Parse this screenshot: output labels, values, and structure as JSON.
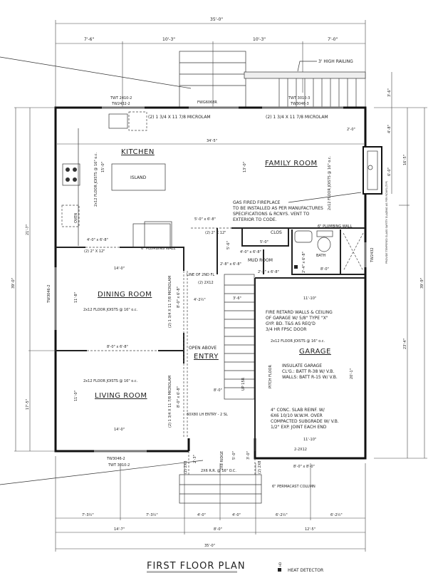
{
  "title": "FIRST FLOOR PLAN",
  "legend": {
    "heat_detector": "HEAT DETECTOR",
    "symbol_label": "HD"
  },
  "rooms": {
    "kitchen": "KITCHEN",
    "island": "ISLAND",
    "family_room": "FAMILY ROOM",
    "dining_room": "DINING ROOM",
    "living_room": "LIVING ROOM",
    "entry": "ENTRY",
    "open_above": "OPEN ABOVE",
    "garage": "GARAGE",
    "mud_room": "MUD ROOM",
    "clos": "CLOS",
    "bath": "BATH"
  },
  "notes": {
    "railing": "3' HIGH RAILING",
    "fireplace": [
      "GAS FIRED FIREPLACE",
      "TO BE INSTALLED AS PER MANUFACTURES",
      "SPECIFICATIONS & RCNYS. VENT TO",
      "EXTERIOR TO CODE."
    ],
    "fire_retard": [
      "FIRE RETARD WALLS & CEILING",
      "OF GARAGE W/ 5/8\" TYPE \"X\"",
      "GYP. BD. T&S AS REQ'D",
      "3/4 HR FPSC DOOR"
    ],
    "insulate": [
      "INSULATE GARAGE",
      "CL'G.: BATT R-38 W/ V.B.",
      "WALLS: BATT R-15 W/ V.B."
    ],
    "slab": [
      "4\" CONC. SLAB REINF. W/",
      "6X6 10/10 W.W.M. OVER",
      "COMPACTED SUBGRADE W/ V.B.",
      "1/2\" EXP. JOINT EACH END"
    ],
    "pitch_floor": "PITCH FLOOR",
    "line_2nd_fl": "LINE OF 2ND FL",
    "entry_door": "60X80 LH ENTRY - 2 SL",
    "permacast": "6\" PERMACAST COLUMN",
    "plumbing_wall_1": "6\" PLUMBING WALL",
    "plumbing_wall_2": "6\" PLUMBING WALL",
    "safety_glass": "PROVIDE TEMPERED GLASS SAFETY GLAZING AS PER RCNYS (TYP)",
    "up": "UP 15R",
    "oven": "OVEN"
  },
  "framing": {
    "microlam_1": "(2) 1 3/4 X 11 7/8 MICROLAM",
    "microlam_2": "(2) 1 3/4 X 11 7/8 MICROLAM",
    "microlam_3": "(2) 1 3/4 X 11 7/8 MICROLAM",
    "microlam_4": "(2) 1 3/4 X 11 7/8 MICROLAM",
    "joists_kitchen": "2x12 FLOOR JOISTS @ 16\" o.c.",
    "joists_family": "2x12 FLOOR JOISTS @ 16\" o.c.",
    "joists_dining": "2x12 FLOOR JOISTS @ 16\" o.c.",
    "joists_living": "2x12 FLOOR JOISTS @ 16\" o.c.",
    "joists_garage": "2x12 FLOOR JOISTS @ 16\" o.c.",
    "header_2x12_a": "(2) 2\" X 12\"",
    "header_2x12_b": "(2) 2\" X 12\"",
    "header_2x12_c": "(2) 2X12",
    "garage_header": "2-2X12",
    "rafters": "2X6 R.R. @ 16\" O.C.",
    "ridge": "2X8 RIDGE",
    "post_left": "(2) 2X8",
    "post_right": "(2) 2X8"
  },
  "windows": {
    "top_left": [
      "TWT 2410-2",
      "TW2432-2"
    ],
    "top_mid": "FWG6068R",
    "top_right": [
      "TWT 3010-3",
      "TW3046-3"
    ],
    "left": "TW3046-2",
    "bottom": [
      "TW3046-2",
      "TWT 3010-2"
    ],
    "bath": "TW2432"
  },
  "openings": {
    "kitchen_dining": "4'-0\" x 6'-8\"",
    "family_hall": "5'-0\" x 6'-8\"",
    "dining_living": "8'-0\" x 6'-8\"",
    "dining_hall": "8'-0\" x 6'-8\"",
    "living_hall": "8'-0\" x 6'-8\"",
    "clos": "4'-0\" x 6'-8\"",
    "mud_1": "2'-8\" x 6'-8\"",
    "mud_2": "2'-8\" x 6'-8\"",
    "bath_door": "2'-4\" x 6'-8\"",
    "garage_door": "8'-0\" x 8'-0\""
  },
  "dimensions": {
    "top_total": "35'-0\"",
    "top_segments": [
      "7'-6\"",
      "10'-3\"",
      "10'-3\"",
      "7'-0\""
    ],
    "bottom_segments": [
      "7'-3½\"",
      "7'-3½\"",
      "4'-0\"",
      "4'-0\"",
      "6'-2½\"",
      "6'-2½\""
    ],
    "bottom_mid": [
      "14'-7\"",
      "8'-0\"",
      "12'-5\""
    ],
    "bottom_total": "35'-0\"",
    "left_total": "39'-0\"",
    "left_upper": "21'-7\"",
    "left_lower": "17'-5\"",
    "right_total": "39'-9\"",
    "right_upper": "16'-5\"",
    "right_lower": "23'-4\"",
    "right_porch": "3'-6\"",
    "right_a": "4'-8\"",
    "right_b": "6'-0\"",
    "fireplace_depth": "2'-0\"",
    "interior_width": "34'-5\"",
    "kitchen_depth": "15'-0\"",
    "family_depth": "13'-0\"",
    "dining_width": "14'-0\"",
    "living_width": "14'-0\"",
    "dining_depth": "11'-8\"",
    "living_depth": "11'-0\"",
    "hall_width": "4'-2½\"",
    "stair_width": "3'-6\"",
    "entry_width": "8'-0\"",
    "garage_width": "11'-10\"",
    "garage_width_2": "11'-10\"",
    "garage_depth": "20'-1\"",
    "bath_width": "8'-0\"",
    "clos_width": "5'-0\"",
    "mud_height": "5'-6\"",
    "porch_side": "2'-3\"",
    "porch_depth": "5'-0\"",
    "porch_door": "3'-0\""
  }
}
